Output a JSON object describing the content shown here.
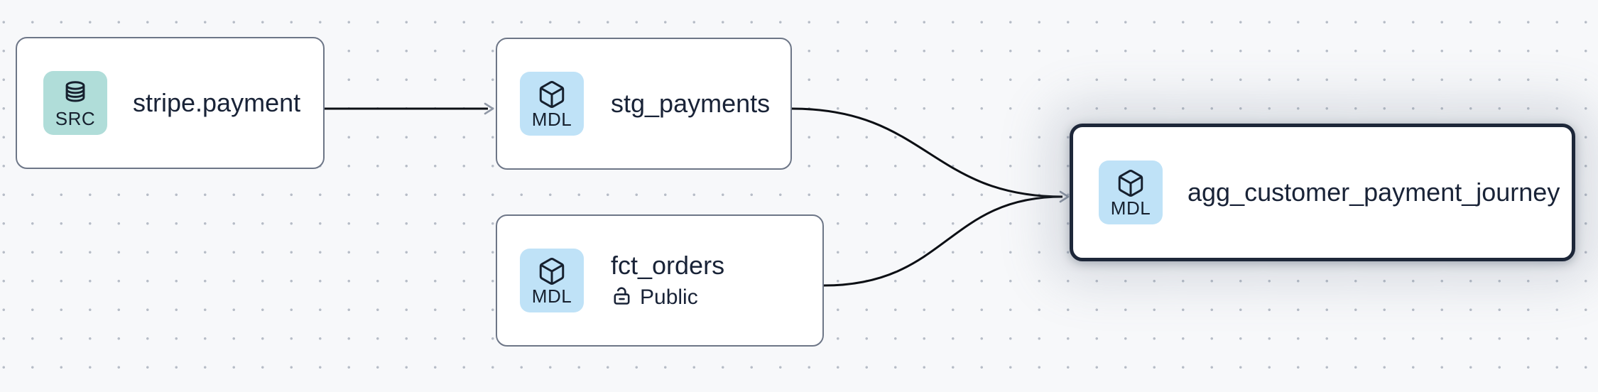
{
  "canvas": {
    "background_color": "#f7f8fa",
    "dot_color": "#b7bdc7"
  },
  "nodes": [
    {
      "id": "stripe.payment",
      "title": "stripe.payment",
      "badge": {
        "label": "SRC",
        "icon": "database-icon",
        "color": "#b0ddd9"
      },
      "selected": false
    },
    {
      "id": "stg_payments",
      "title": "stg_payments",
      "badge": {
        "label": "MDL",
        "icon": "cube-icon",
        "color": "#bfe2f7"
      },
      "selected": false
    },
    {
      "id": "fct_orders",
      "title": "fct_orders",
      "badge": {
        "label": "MDL",
        "icon": "cube-icon",
        "color": "#bfe2f7"
      },
      "visibility": {
        "icon": "lock-open-icon",
        "label": "Public"
      },
      "selected": false
    },
    {
      "id": "agg_customer_payment_journey",
      "title": "agg_customer_payment_journey",
      "badge": {
        "label": "MDL",
        "icon": "cube-icon",
        "color": "#bfe2f7"
      },
      "selected": true,
      "border_color": "#1d2739"
    }
  ],
  "edges": [
    {
      "from": "stripe.payment",
      "to": "stg_payments"
    },
    {
      "from": "stg_payments",
      "to": "agg_customer_payment_journey"
    },
    {
      "from": "fct_orders",
      "to": "agg_customer_payment_journey"
    }
  ],
  "edge_style": {
    "color": "#0c0f14",
    "arrowhead_color": "#8f97a5"
  },
  "node_style": {
    "border_color": "#6d7687",
    "background": "#ffffff",
    "text_color": "#192337"
  }
}
